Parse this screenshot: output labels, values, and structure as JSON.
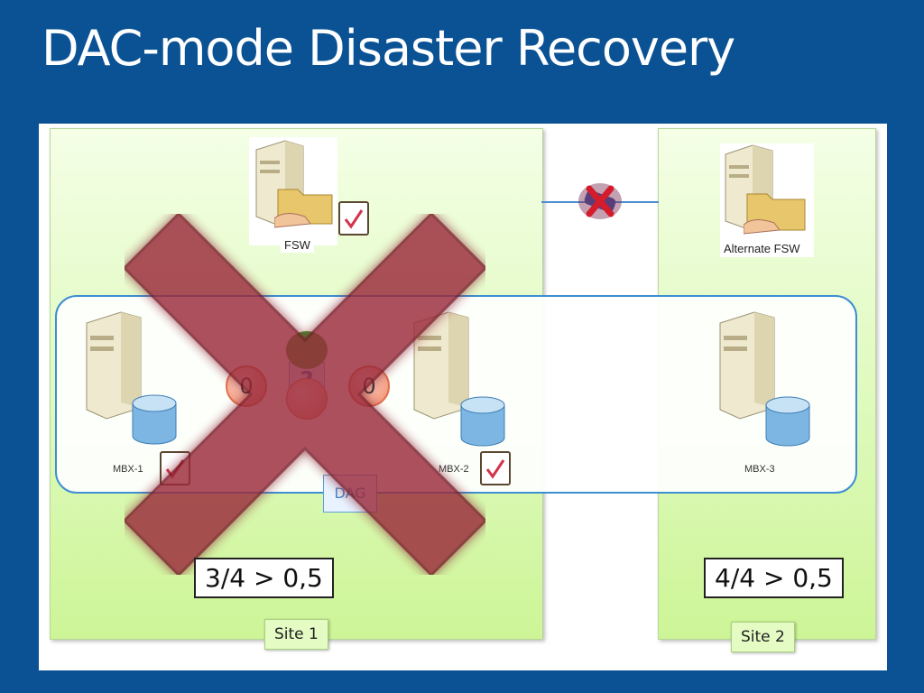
{
  "slide": {
    "title": "DAC-mode Disaster Recovery"
  },
  "sites": [
    {
      "label": "Site 1",
      "ratio": "3/4  >  0,5"
    },
    {
      "label": "Site 2",
      "ratio": "4/4  >  0,5"
    }
  ],
  "witnesses": {
    "primary": "FSW",
    "alternate": "Alternate FSW"
  },
  "dag": {
    "label": "DAG",
    "votes": [
      "0",
      "0"
    ],
    "unknown_symbol": "?"
  },
  "servers": [
    {
      "label": "MBX-1"
    },
    {
      "label": "MBX-2"
    },
    {
      "label": "MBX-3"
    }
  ],
  "colors": {
    "background": "#0b5294",
    "site_fill": "#cdf597",
    "failure_x": "#9b2a3a",
    "link": "#4b8bd0"
  },
  "icons": {
    "server": "server-tower-icon",
    "database": "database-cylinder-icon",
    "fileshare": "folder-share-icon",
    "checked": "checkbox-checked-icon",
    "broken_link": "broken-link-icon",
    "failure": "large-red-x-icon"
  }
}
